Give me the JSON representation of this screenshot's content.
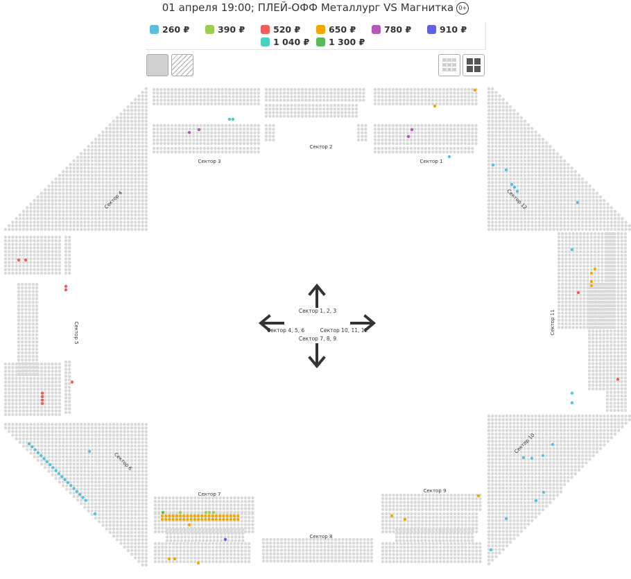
{
  "title": "01 апреля 19:00; ПЛЕЙ-ОФФ Металлург VS Магнитка",
  "age_rating": "0+",
  "legend": [
    {
      "label": "260 ₽",
      "color": "#5bc0de"
    },
    {
      "label": "390 ₽",
      "color": "#9acd50"
    },
    {
      "label": "520 ₽",
      "color": "#f05b5b"
    },
    {
      "label": "650 ₽",
      "color": "#f0a800"
    },
    {
      "label": "780 ₽",
      "color": "#b558b5"
    },
    {
      "label": "910 ₽",
      "color": "#6060e0"
    },
    {
      "label": "1 040 ₽",
      "color": "#4dd0c0"
    },
    {
      "label": "1 300 ₽",
      "color": "#5cb85c"
    }
  ],
  "colors": {
    "free_seat": "#d9d9d9",
    "arrow": "#333333"
  },
  "toolbar": {
    "solid_view_icon": "solid-square-icon",
    "hatched_view_icon": "hatched-square-icon",
    "small_grid_icon": "small-grid-icon",
    "large_grid_icon": "large-grid-icon"
  },
  "sectors": {
    "s1": "Сектор 1",
    "s2": "Сектор 2",
    "s3": "Сектор 3",
    "s4": "Сектор 4",
    "s5": "Сектор 5",
    "s6": "Сектор 6",
    "s7": "Сектор 7",
    "s8": "Сектор 8",
    "s9": "Сектор 9",
    "s10": "Сектор 10",
    "s11": "Сектор 11",
    "s12": "Сектор 12"
  },
  "navigation": {
    "up": "Сектор 1, 2, 3",
    "left": "Сектор 4, 5, 6",
    "right": "Сектор 10, 11, 12",
    "down": "Сектор 7, 8, 9"
  }
}
